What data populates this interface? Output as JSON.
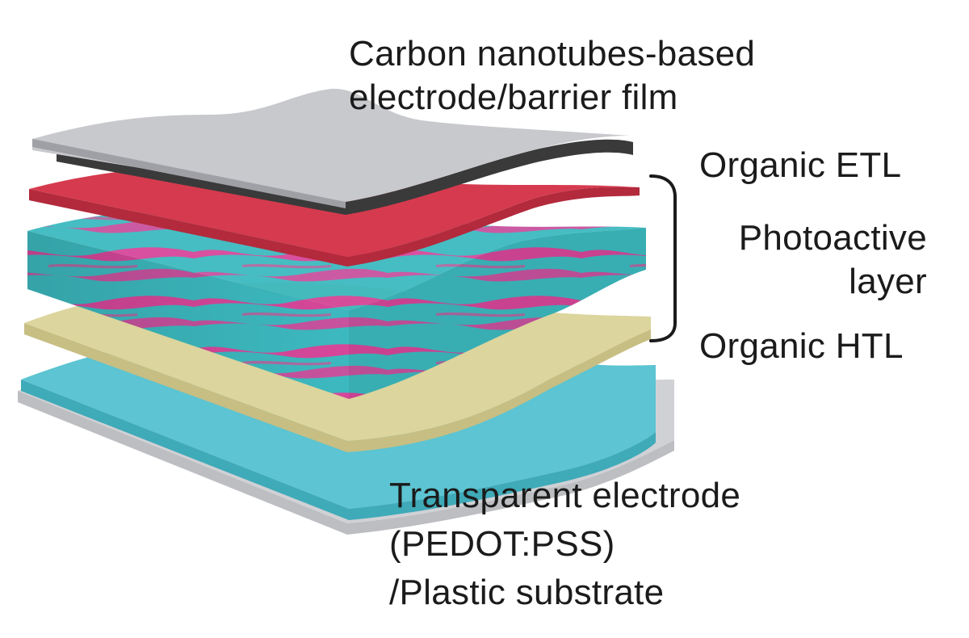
{
  "labels": {
    "cnt_electrode": {
      "line1": "Carbon nanotubes-based",
      "line2": "electrode/barrier film"
    },
    "etl": "Organic ETL",
    "photoactive": {
      "line1": "Photoactive",
      "line2": "layer"
    },
    "htl": "Organic HTL",
    "transparent_electrode": {
      "line1": "Transparent electrode",
      "line2": "(PEDOT:PSS)",
      "line3": "/Plastic substrate"
    }
  },
  "colors": {
    "cnt_film": "#c8c9cd",
    "cnt_dark_layer": "#3a3a3a",
    "etl": "#d63a4e",
    "photoactive_teal": "#3cb9bf",
    "photoactive_pink": "#d6479a",
    "htl": "#d9d29a",
    "pedot": "#5cc4d2",
    "substrate": "#cfd0d4",
    "bracket": "#1b1b1b"
  }
}
